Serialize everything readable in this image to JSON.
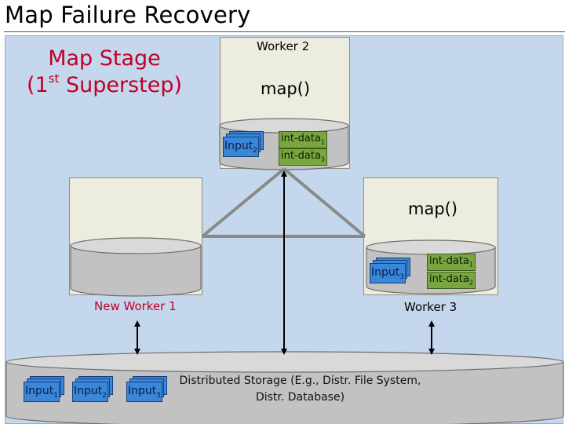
{
  "title": "Map Failure Recovery",
  "stage": {
    "line1": "Map Stage",
    "line2_open": "(1",
    "line2_sup": "st",
    "line2_rest": " Superstep)"
  },
  "worker2": {
    "label": "Worker 2",
    "map_call": "map()",
    "input": {
      "name": "Input",
      "sub": "2"
    },
    "int_data": [
      {
        "name": "int-data",
        "sub": "1"
      },
      {
        "name": "int-data",
        "sub": "3"
      }
    ]
  },
  "worker1": {
    "label": "New Worker 1"
  },
  "worker3": {
    "label": "Worker 3",
    "map_call": "map()",
    "input": {
      "name": "Input",
      "sub": "3"
    },
    "int_data": [
      {
        "name": "int-data",
        "sub": "1"
      },
      {
        "name": "int-data",
        "sub": "2"
      }
    ]
  },
  "storage": {
    "inputs": [
      {
        "name": "Input",
        "sub": "1"
      },
      {
        "name": "Input",
        "sub": "2"
      },
      {
        "name": "Input",
        "sub": "3"
      }
    ],
    "line1": "Distributed Storage (E.g., Distr. File System,",
    "line2": "Distr. Database)"
  },
  "colors": {
    "background": "#c5d7ec",
    "worker_box": "#ececdf",
    "cylinder": "#c2c2c2",
    "file": "#3a86d8",
    "int_data": "#7aa640",
    "stage_text": "#c0002a",
    "connector": "#8a8a8a",
    "arrow": "#000000"
  }
}
